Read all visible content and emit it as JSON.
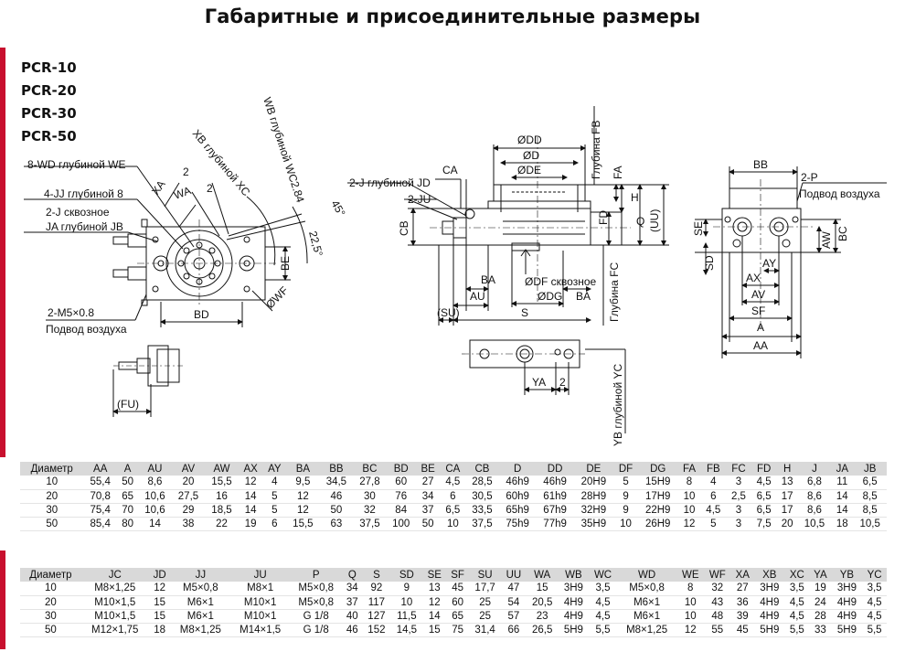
{
  "title": "Габаритные и присоединительные размеры",
  "models": [
    "PCR-10",
    "PCR-20",
    "PCR-30",
    "PCR-50"
  ],
  "drawing_labels": {
    "wd": "8-WD глубиной WE",
    "jj": "4-JJ глубиной 8",
    "j_thru": "2-J сквозное",
    "ja": "JA глубиной JB",
    "m5": "2-M5×0.8",
    "air1": "Подвод воздуха",
    "xa": "XA",
    "wa": "WA",
    "two_a": "2",
    "two_b": "2",
    "xb": "XB глубиной XC",
    "wb": "WB глубиной WC",
    "num284": "2.84",
    "deg45": "45°",
    "deg225": "22,5°",
    "be": "BE",
    "bd": "BD",
    "wf": "ØWF",
    "fu": "(FU)",
    "j_jd": "2-J глубиной JD",
    "ju": "2-JU",
    "ca": "CA",
    "dd": "ØDD",
    "d": "ØD",
    "de": "ØDE",
    "fb": "Глубина FB",
    "fa": "FA",
    "h": "H",
    "fd": "FD",
    "q": "Q",
    "uu": "(UU)",
    "cb": "CB",
    "ba1": "BA",
    "au": "AU",
    "su": "(SU)",
    "df": "ØDF сквозное",
    "dg": "ØDG",
    "ba2": "BA",
    "s": "S",
    "fc": "Глубина FC",
    "ya": "YA",
    "two_c": "2",
    "yb": "YB глубиной YC",
    "bb": "BB",
    "p": "2-P",
    "air2": "Подвод воздуха",
    "se": "SE",
    "bc": "BC",
    "aw": "AW",
    "sd": "SD",
    "ay": "AY",
    "ax": "AX",
    "av": "AV",
    "sf": "SF",
    "a": "A",
    "aa": "AA"
  },
  "table1": {
    "headers": [
      "Диаметр",
      "AA",
      "A",
      "AU",
      "AV",
      "AW",
      "AX",
      "AY",
      "BA",
      "BB",
      "BC",
      "BD",
      "BE",
      "CA",
      "CB",
      "D",
      "DD",
      "DE",
      "DF",
      "DG",
      "FA",
      "FB",
      "FC",
      "FD",
      "H",
      "J",
      "JA",
      "JB"
    ],
    "rows": [
      [
        "10",
        "55,4",
        "50",
        "8,6",
        "20",
        "15,5",
        "12",
        "4",
        "9,5",
        "34,5",
        "27,8",
        "60",
        "27",
        "4,5",
        "28,5",
        "46h9",
        "46h9",
        "20H9",
        "5",
        "15H9",
        "8",
        "4",
        "3",
        "4,5",
        "13",
        "6,8",
        "11",
        "6,5"
      ],
      [
        "20",
        "70,8",
        "65",
        "10,6",
        "27,5",
        "16",
        "14",
        "5",
        "12",
        "46",
        "30",
        "76",
        "34",
        "6",
        "30,5",
        "60h9",
        "61h9",
        "28H9",
        "9",
        "17H9",
        "10",
        "6",
        "2,5",
        "6,5",
        "17",
        "8,6",
        "14",
        "8,5"
      ],
      [
        "30",
        "75,4",
        "70",
        "10,6",
        "29",
        "18,5",
        "14",
        "5",
        "12",
        "50",
        "32",
        "84",
        "37",
        "6,5",
        "33,5",
        "65h9",
        "67h9",
        "32H9",
        "9",
        "22H9",
        "10",
        "4,5",
        "3",
        "6,5",
        "17",
        "8,6",
        "14",
        "8,5"
      ],
      [
        "50",
        "85,4",
        "80",
        "14",
        "38",
        "22",
        "19",
        "6",
        "15,5",
        "63",
        "37,5",
        "100",
        "50",
        "10",
        "37,5",
        "75h9",
        "77h9",
        "35H9",
        "10",
        "26H9",
        "12",
        "5",
        "3",
        "7,5",
        "20",
        "10,5",
        "18",
        "10,5"
      ]
    ]
  },
  "table2": {
    "headers": [
      "Диаметр",
      "JC",
      "JD",
      "JJ",
      "JU",
      "P",
      "Q",
      "S",
      "SD",
      "SE",
      "SF",
      "SU",
      "UU",
      "WA",
      "WB",
      "WC",
      "WD",
      "WE",
      "WF",
      "XA",
      "XB",
      "XC",
      "YA",
      "YB",
      "YC"
    ],
    "rows": [
      [
        "10",
        "M8×1,25",
        "12",
        "M5×0,8",
        "M8×1",
        "M5×0,8",
        "34",
        "92",
        "9",
        "13",
        "45",
        "17,7",
        "47",
        "15",
        "3H9",
        "3,5",
        "M5×0,8",
        "8",
        "32",
        "27",
        "3H9",
        "3,5",
        "19",
        "3H9",
        "3,5"
      ],
      [
        "20",
        "M10×1,5",
        "15",
        "M6×1",
        "M10×1",
        "M5×0,8",
        "37",
        "117",
        "10",
        "12",
        "60",
        "25",
        "54",
        "20,5",
        "4H9",
        "4,5",
        "M6×1",
        "10",
        "43",
        "36",
        "4H9",
        "4,5",
        "24",
        "4H9",
        "4,5"
      ],
      [
        "30",
        "M10×1,5",
        "15",
        "M6×1",
        "M10×1",
        "G 1/8",
        "40",
        "127",
        "11,5",
        "14",
        "65",
        "25",
        "57",
        "23",
        "4H9",
        "4,5",
        "M6×1",
        "10",
        "48",
        "39",
        "4H9",
        "4,5",
        "28",
        "4H9",
        "4,5"
      ],
      [
        "50",
        "M12×1,75",
        "18",
        "M8×1,25",
        "M14×1,5",
        "G 1/8",
        "46",
        "152",
        "14,5",
        "15",
        "75",
        "31,4",
        "66",
        "26,5",
        "5H9",
        "5,5",
        "M8×1,25",
        "12",
        "55",
        "45",
        "5H9",
        "5,5",
        "33",
        "5H9",
        "5,5"
      ]
    ]
  }
}
